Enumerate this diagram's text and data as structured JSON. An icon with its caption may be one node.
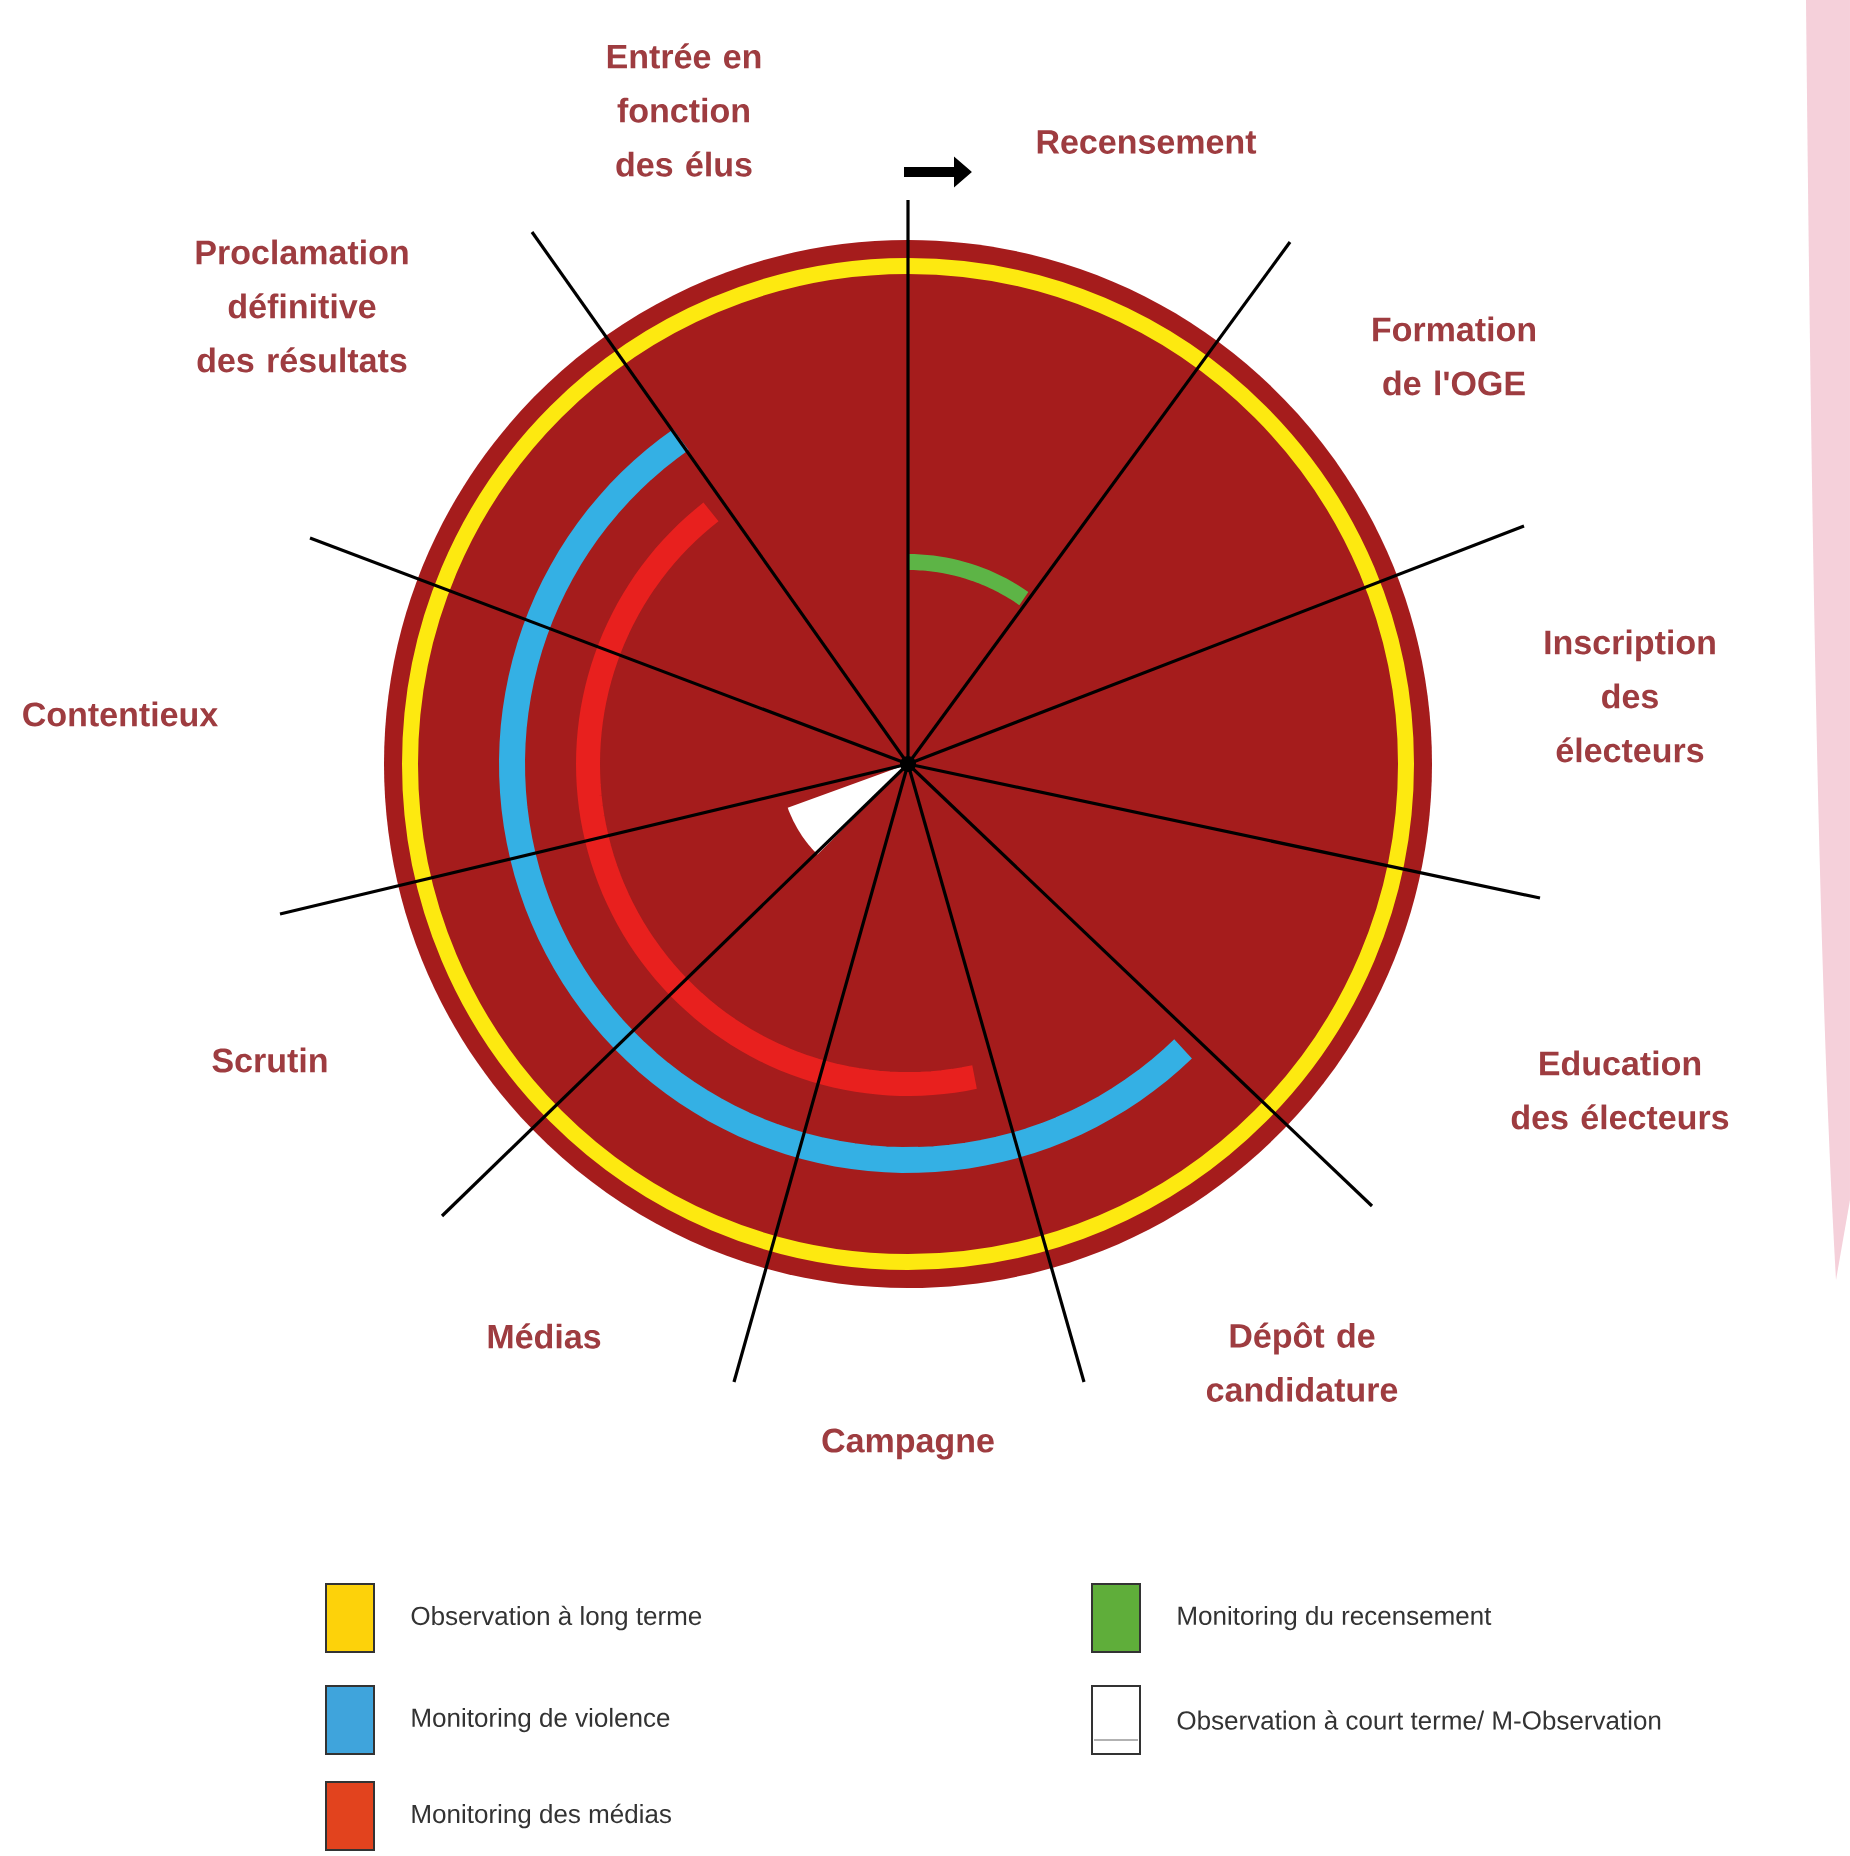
{
  "diagram": {
    "labels": [
      "Entrée en fonction des élus",
      "Recensement",
      "Proclamation définitive des résultats",
      "Formation de l'OGE",
      "Inscription des électeurs",
      "Contentieux",
      "Scrutin",
      "Education des électeurs",
      "Médias",
      "Dépôt de candidature",
      "Campagne"
    ],
    "legend": [
      {
        "text": "Observation à long terme",
        "color": "#fdd20a"
      },
      {
        "text": "Monitoring du recensement",
        "color": "#5fae3a"
      },
      {
        "text": "Monitoring de  violence",
        "color": "#3fa4dc"
      },
      {
        "text": "Observation à court terme/ M-Observation"
      },
      {
        "text": "Monitoring des médias",
        "color": "#e2431e"
      }
    ]
  }
}
